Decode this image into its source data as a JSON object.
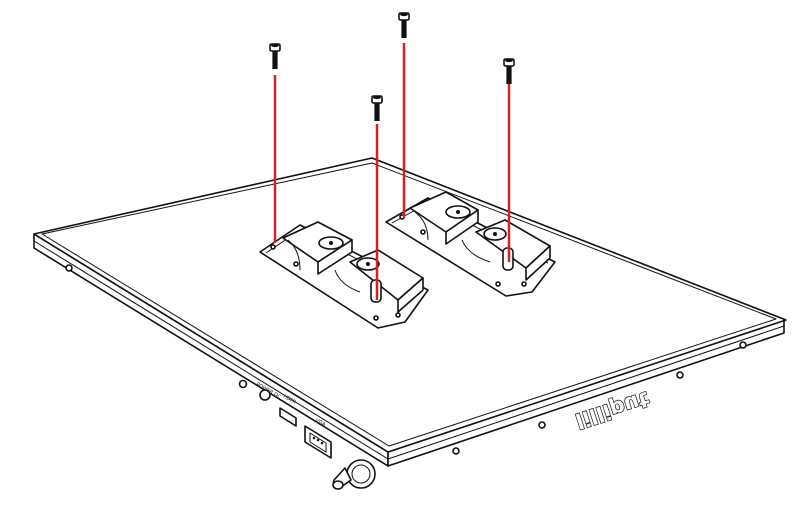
{
  "colors": {
    "background": "#ffffff",
    "outline": "#111111",
    "screw_guide_line": "#d42027"
  },
  "labels": {
    "power_port": "POWER DC",
    "hdmi_port": "HDMI",
    "vga_port": "VGA",
    "brand_logo": "lilliput"
  },
  "parts": {
    "screw_count": 4,
    "mounting_bracket_count": 2
  },
  "icons": [
    "screw-icon",
    "red-guide-line",
    "mounting-bracket",
    "monitor-panel",
    "bnc-connector"
  ]
}
